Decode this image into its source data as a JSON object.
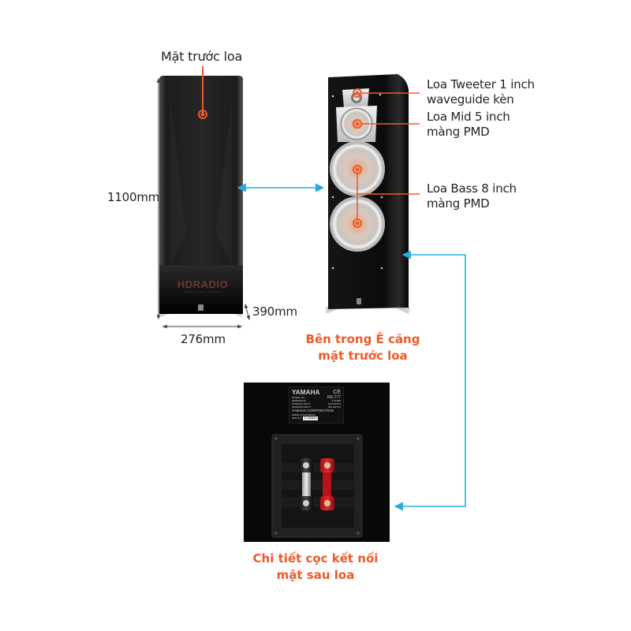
{
  "labels": {
    "front_face": "Mặt trước loa",
    "tweeter_line1": "Loa Tweeter 1 inch",
    "tweeter_line2": "waveguide kèn",
    "mid_line1": "Loa Mid 5 inch",
    "mid_line2": "màng PMD",
    "bass_line1": "Loa Bass 8 inch",
    "bass_line2": "màng PMD"
  },
  "dimensions": {
    "height": "1100mm",
    "width": "276mm",
    "depth": "390mm"
  },
  "captions": {
    "inside_line1": "Bên trong Ê căng",
    "inside_line2": "mặt trước loa",
    "rear_line1": "Chi tiết cọc kết nối",
    "rear_line2": "mặt sau loa"
  },
  "grille_badge": {
    "brand": "HDRADIO",
    "sub": "AM/FM · HD RADIO · BLUETOOTH"
  },
  "rear_plate": {
    "brand": "YAMAHA",
    "ce_mark": "CE",
    "model_label": "MODEL NO.",
    "model": "NS-777",
    "impedance_label": "IMPEDANCE",
    "impedance": "6 OHMS",
    "nominal_label": "NOMINAL INPUT",
    "nominal": "100 WATTS",
    "maximum_label": "MAXIMUM INPUT",
    "maximum": "250 WATTS",
    "corporation": "YAMAHA CORPORATION",
    "origin": "MADE IN INDONESIA",
    "serial_label": "SER.NO.",
    "serial": "E 226441"
  },
  "colors": {
    "accent_orange": "#f0592a",
    "arrow_blue": "#29abe2",
    "dim_gray": "#555555",
    "cabinet": "#0d0d0d"
  }
}
